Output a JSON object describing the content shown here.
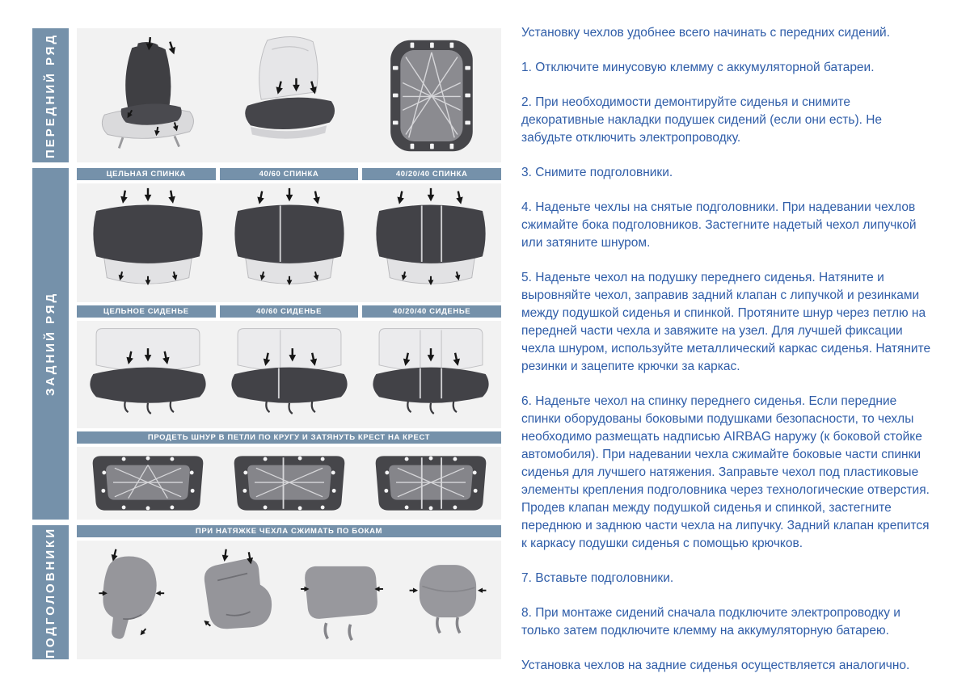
{
  "colors": {
    "accent": "#7591aa",
    "text_blue": "#2f5da8",
    "panel_bg": "#f2f2f2"
  },
  "left_panel": {
    "front_row": {
      "label": "ПЕРЕДНИЙ РЯД"
    },
    "back_row": {
      "label": "ЗАДНИЙ РЯД",
      "back_headers": [
        "ЦЕЛЬНАЯ СПИНКА",
        "40/60 СПИНКА",
        "40/20/40 СПИНКА"
      ],
      "cushion_headers": [
        "ЦЕЛЬНОЕ СИДЕНЬЕ",
        "40/60 СИДЕНЬЕ",
        "40/20/40 СИДЕНЬЕ"
      ],
      "lacing_banner": "ПРОДЕТЬ ШНУР В ПЕТЛИ ПО КРУГУ И ЗАТЯНУТЬ КРЕСТ НА КРЕСТ"
    },
    "headrests": {
      "label": "ПОДГОЛОВНИКИ",
      "banner": "ПРИ НАТЯЖКЕ ЧЕХЛА СЖИМАТЬ ПО БОКАМ"
    }
  },
  "instructions": {
    "intro": "Установку чехлов удобнее всего начинать с передних сидений.",
    "steps": [
      "1. Отключите минусовую клемму с аккумуляторной батареи.",
      "2. При необходимости демонтируйте сиденья и снимите декоративные накладки подушек сидений (если они есть). Не забудьте отключить электропроводку.",
      "3. Снимите подголовники.",
      "4. Наденьте чехлы на снятые подголовники. При надевании чехлов сжимайте бока подголовников. Застегните надетый чехол липучкой или затяните шнуром.",
      "5. Наденьте чехол на подушку переднего сиденья. Натяните и выровняйте чехол, заправив задний клапан с липучкой и резинками между подушкой сиденья и спинкой. Протяните шнур через петлю на передней части чехла и завяжите на узел. Для лучшей фиксации чехла шнуром, используйте металлический каркас сиденья. Натяните резинки и зацепите крючки за каркас.",
      "6. Наденьте чехол на спинку переднего сиденья. Если передние спинки оборудованы боковыми подушками безопасности, то чехлы необходимо размещать надписью AIRBAG наружу (к боковой стойке автомобиля). При надевании чехла сжимайте боковые части спинки сиденья для лучшего натяжения. Заправьте чехол под пластиковые элементы крепления подголовника через технологические отверстия. Продев клапан между подушкой сиденья и спинкой, застегните переднюю и заднюю части чехла на липучку. Задний клапан крепится к каркасу подушки сиденья с помощью крючков.",
      "7. Вставьте подголовники.",
      "8. При монтаже сидений сначала подключите электропроводку и только затем подключите клемму на аккумуляторную батарею."
    ],
    "outro": "Установка чехлов на задние сиденья осуществляется аналогично."
  }
}
